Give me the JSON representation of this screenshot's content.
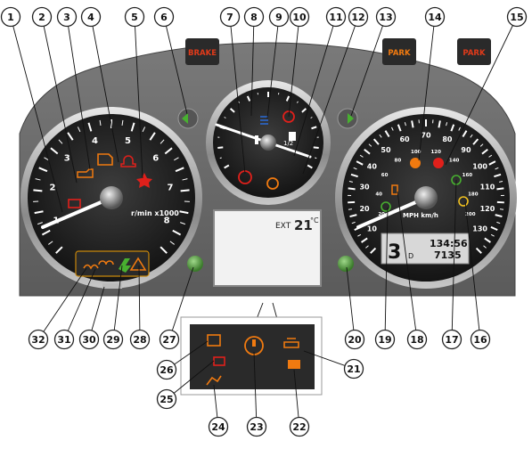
{
  "gauges": {
    "tachometer": {
      "numbers": [
        "1",
        "2",
        "3",
        "4",
        "5",
        "6",
        "7",
        "8"
      ],
      "unit": "r/min x1000"
    },
    "speedometer": {
      "numbers_outer": [
        "10",
        "20",
        "30",
        "40",
        "50",
        "60",
        "70",
        "80",
        "90",
        "100",
        "110",
        "120",
        "130"
      ],
      "numbers_inner": [
        "20",
        "40",
        "60",
        "80",
        "100",
        "120",
        "140",
        "160",
        "180",
        "200"
      ],
      "unit": "MPH km/h"
    },
    "center": {
      "fuel_half": "1/2"
    }
  },
  "brake_label": "BRAKE",
  "park_label_left": "PARK",
  "park_label_right": "PARK",
  "display": {
    "ext_prefix": "EXT",
    "ext_value": "21",
    "ext_unit": "°C"
  },
  "odometer": {
    "gear": "3",
    "line1": "134:56",
    "line2": "7135",
    "small": "D"
  },
  "callouts": [
    "1",
    "2",
    "3",
    "4",
    "5",
    "6",
    "7",
    "8",
    "9",
    "10",
    "11",
    "12",
    "13",
    "14",
    "15",
    "16",
    "17",
    "18",
    "19",
    "20",
    "21",
    "22",
    "23",
    "24",
    "25",
    "26",
    "27",
    "28",
    "29",
    "30",
    "31",
    "32"
  ],
  "colors": {
    "red_warning": "#e0201b",
    "amber_warning": "#f07a10",
    "green_indicator": "#48b030",
    "blue_beam": "#2a6bd8",
    "label_bg": "#e03a1a",
    "dark_panel": "#2a2a2a"
  }
}
